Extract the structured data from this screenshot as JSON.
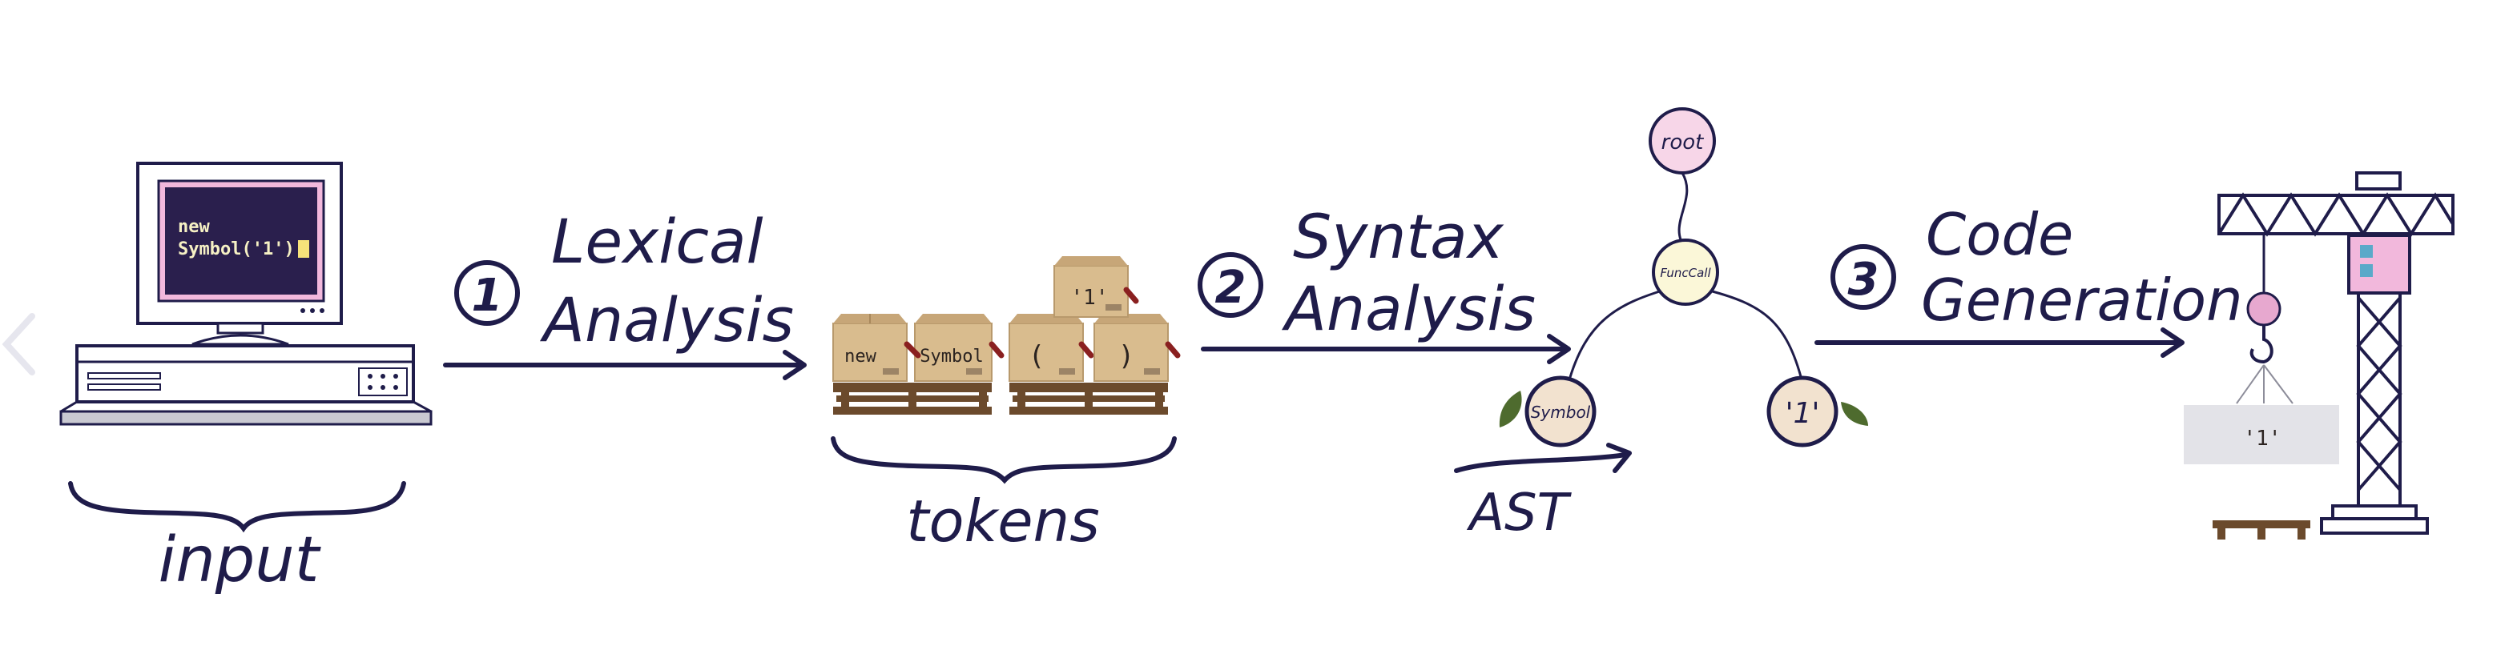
{
  "colors": {
    "ink": "#1f1c4a",
    "box": "#d9bc8e",
    "box_shade": "#c7a678",
    "pallet": "#6b4a2c",
    "node_fill": "#f2e2cf",
    "root_fill": "#f7d6e8",
    "screen": "#2a1f4d",
    "screen_border": "#f2b8dc",
    "crane_pink": "#f2b8dc",
    "leaf": "#4e6b2e",
    "hook": "#e7a8cf"
  },
  "nav": {
    "back_icon": "chevron-left-icon"
  },
  "input_stage": {
    "screen_line1": "new",
    "screen_line2": "Symbol('1')",
    "label": "input"
  },
  "step1": {
    "number": "1",
    "line1": "Lexical",
    "line2": "Analysis"
  },
  "tokens_stage": {
    "boxes": [
      "new",
      "Symbol",
      "(",
      ")"
    ],
    "top_box": "'1'",
    "label": "tokens"
  },
  "step2": {
    "number": "2",
    "line1": "Syntax",
    "line2": "Analysis"
  },
  "ast_stage": {
    "root": "root",
    "call": "FuncCall",
    "left": "Symbol",
    "right": "'1'",
    "label": "AST"
  },
  "step3": {
    "number": "3",
    "line1": "Code",
    "line2": "Generation"
  },
  "output_stage": {
    "crate_label": "'1'"
  }
}
